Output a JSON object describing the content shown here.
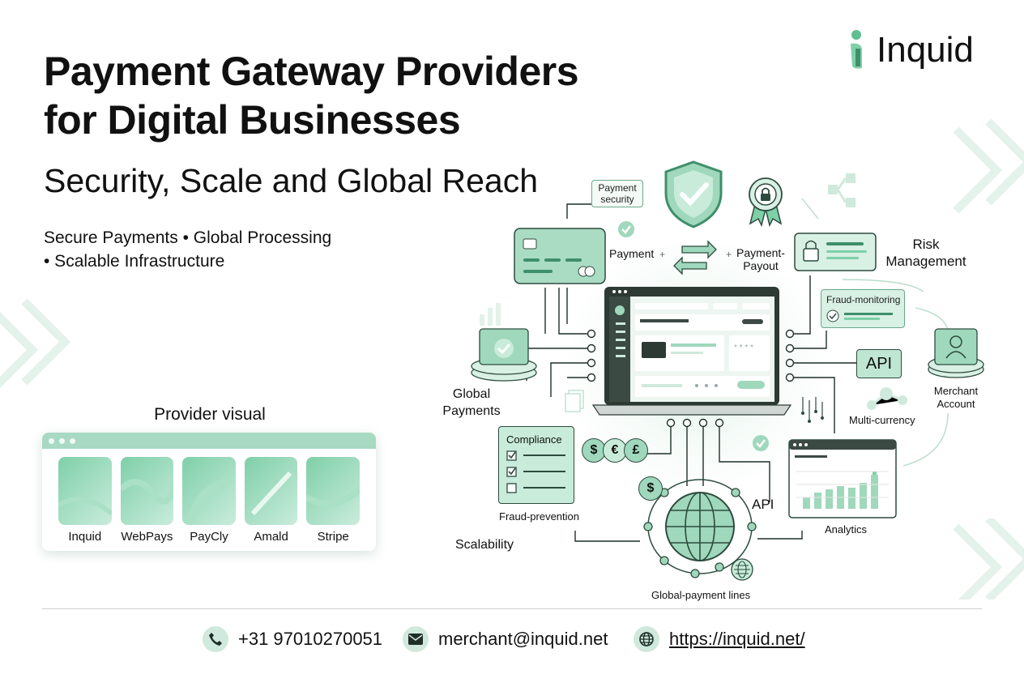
{
  "logo": {
    "text": "Inquid"
  },
  "header": {
    "title_line1": "Payment Gateway Providers",
    "title_line2": "for Digital Businesses",
    "subtitle": "Security, Scale and Global Reach",
    "tagline_line1": "Secure Payments • Global Processing",
    "tagline_line2": "• Scalable Infrastructure"
  },
  "providers": {
    "title": "Provider visual",
    "items": [
      {
        "label": "Inquid"
      },
      {
        "label": "WebPays"
      },
      {
        "label": "PayCly"
      },
      {
        "label": "Amald"
      },
      {
        "label": "Stripe"
      }
    ]
  },
  "diagram": {
    "payment_security": "Payment security",
    "payment": "Payment",
    "payment_payout_1": "Payment-",
    "payment_payout_2": "Payout",
    "risk_1": "Risk",
    "risk_2": "Management",
    "fraud_monitoring": "Fraud-monitoring",
    "api_box": "API",
    "merchant_1": "Merchant",
    "merchant_2": "Account",
    "multi_currency": "Multi-currency",
    "global_payments_1": "Global",
    "global_payments_2": "Payments",
    "compliance": "Compliance",
    "fraud_prevention": "Fraud-prevention",
    "scalability": "Scalability",
    "api_text": "API",
    "analytics": "Analytics",
    "global_payment_lines": "Global-payment lines",
    "currency_symbols": [
      "$",
      "€",
      "£"
    ],
    "dollar": "$"
  },
  "contact": {
    "phone": "+31 97010270051",
    "email": "merchant@inquid.net",
    "website": "https://inquid.net/"
  },
  "colors": {
    "accent": "#3f8f6b",
    "light": "#cfe9dc",
    "tint": "#eaf6f0"
  }
}
